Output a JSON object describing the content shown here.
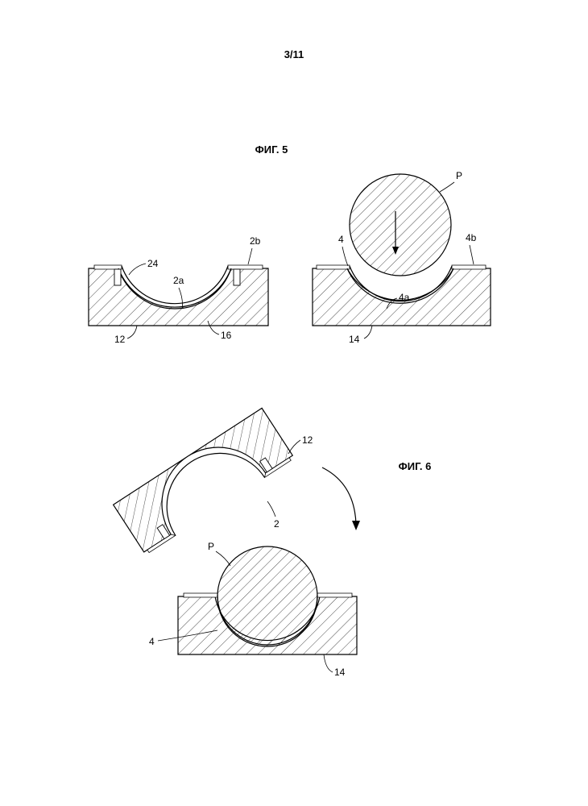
{
  "page_number": "3/11",
  "figures": {
    "fig5": {
      "title": "ФИГ. 5",
      "labels": {
        "l24": "24",
        "l2b": "2b",
        "l2a": "2a",
        "l12": "12",
        "l16": "16",
        "lP": "P",
        "l4": "4",
        "l4b": "4b",
        "l4a": "4a",
        "l14": "14"
      }
    },
    "fig6": {
      "title": "ФИГ. 6",
      "labels": {
        "l12": "12",
        "l2": "2",
        "lP": "P",
        "l4": "4",
        "l14": "14"
      }
    }
  }
}
